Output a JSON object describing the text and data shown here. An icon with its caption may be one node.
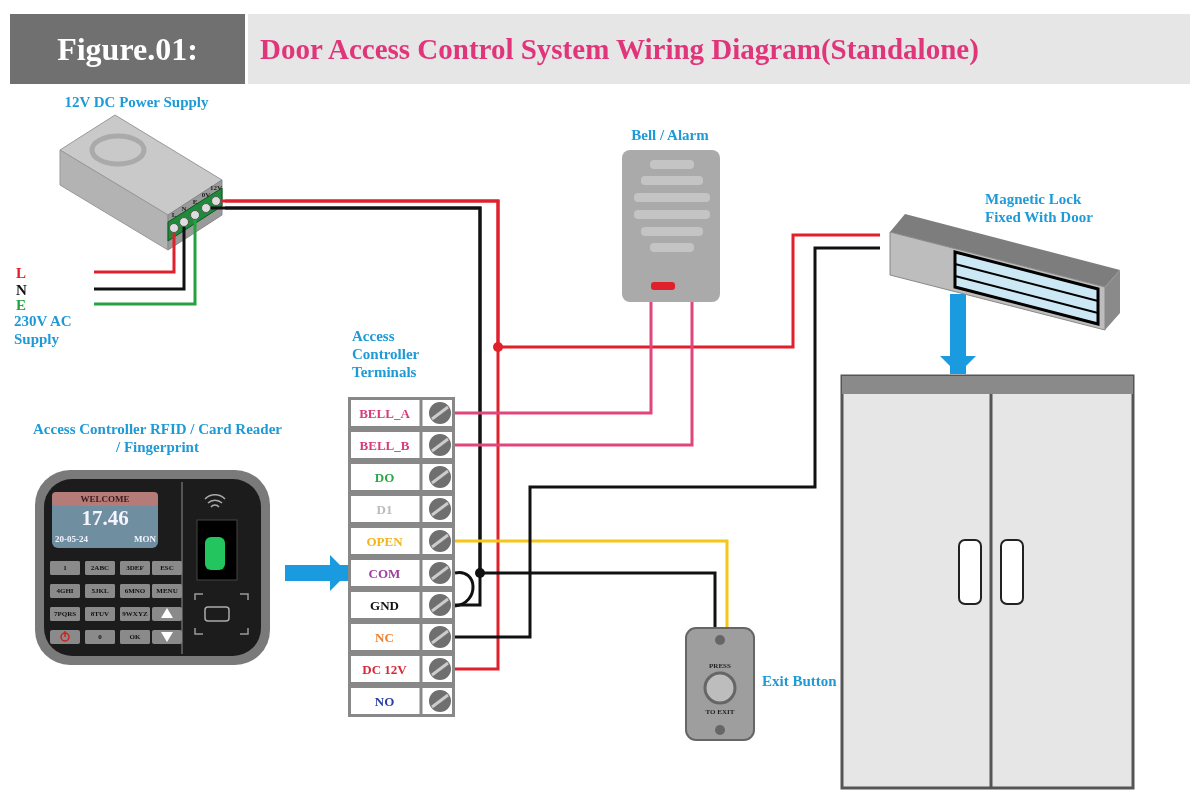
{
  "diagram": {
    "title": "Door Access Control System Wiring Diagram(Standalone)",
    "nodes": [
      {
        "text": [
          "12V DC Power Supply"
        ]
      },
      {
        "text": [
          "L",
          "N",
          "E",
          "230V AC Supply"
        ]
      },
      {
        "text": [
          "Access Controller Terminals"
        ]
      },
      {
        "text": [
          "BELL_A"
        ],
        "in": 2
      },
      {
        "text": [
          "BELL_B"
        ],
        "in": 2
      },
      {
        "text": [
          "DO"
        ],
        "in": 2
      },
      {
        "text": [
          "D1"
        ],
        "in": 2
      },
      {
        "text": [
          "OPEN"
        ],
        "in": 2
      },
      {
        "text": [
          "COM"
        ],
        "in": 2
      },
      {
        "text": [
          "GND"
        ],
        "in": 2
      },
      {
        "text": [
          "NC"
        ],
        "in": 2
      },
      {
        "text": [
          "DC 12V"
        ],
        "in": 2
      },
      {
        "text": [
          "NO"
        ],
        "in": 2
      },
      {
        "text": [
          "Access Controller RFID / Card Reader / Fingerprint"
        ]
      },
      {
        "text": [
          "Bell / Alarm"
        ]
      },
      {
        "text": [
          "Magnetic Lock Fixed With Door"
        ]
      },
      {
        "text": [],
        "shape": "door"
      },
      {
        "text": [
          "Exit Button",
          "PRESS",
          "TO EXIT"
        ]
      }
    ],
    "edges": [
      {
        "from": 1,
        "to": 0,
        "arrow": "none",
        "color": "#e0202a"
      },
      {
        "from": 1,
        "to": 0,
        "arrow": "none",
        "color": "#111111"
      },
      {
        "from": 1,
        "to": 0,
        "arrow": "none",
        "color": "#22a340"
      },
      {
        "from": 0,
        "to": 11,
        "arrow": "none",
        "color": "#e0202a"
      },
      {
        "from": 0,
        "to": 15,
        "arrow": "none",
        "color": "#e0202a"
      },
      {
        "from": 0,
        "to": 9,
        "arrow": "none",
        "color": "#111111"
      },
      {
        "from": 0,
        "to": 17,
        "arrow": "none",
        "color": "#111111"
      },
      {
        "from": 8,
        "to": 9,
        "arrow": "none",
        "color": "#111111"
      },
      {
        "from": 3,
        "to": 14,
        "arrow": "none",
        "color": "#e0457b"
      },
      {
        "from": 4,
        "to": 14,
        "arrow": "none",
        "color": "#e0457b"
      },
      {
        "from": 7,
        "to": 17,
        "arrow": "none",
        "color": "#f5c518"
      },
      {
        "from": 10,
        "to": 15,
        "arrow": "none",
        "color": "#111111"
      },
      {
        "from": 13,
        "to": 2,
        "arrow": "to",
        "style": "thick",
        "color": "#1a9be0"
      },
      {
        "from": 15,
        "to": 16,
        "arrow": "to",
        "style": "thick",
        "color": "#1a9be0"
      }
    ],
    "labels": [
      "Figure.01:",
      "L",
      "N",
      "E",
      "0V",
      "12V",
      "WELCOME",
      "17.46",
      "20-05-24",
      "MON",
      "1",
      "2ABC",
      "3DEF",
      "ESC",
      "4GHI",
      "5JKL",
      "6MNO",
      "MENU",
      "7PQRS",
      "8TUV",
      "9WXYZ",
      "0",
      "OK"
    ]
  }
}
